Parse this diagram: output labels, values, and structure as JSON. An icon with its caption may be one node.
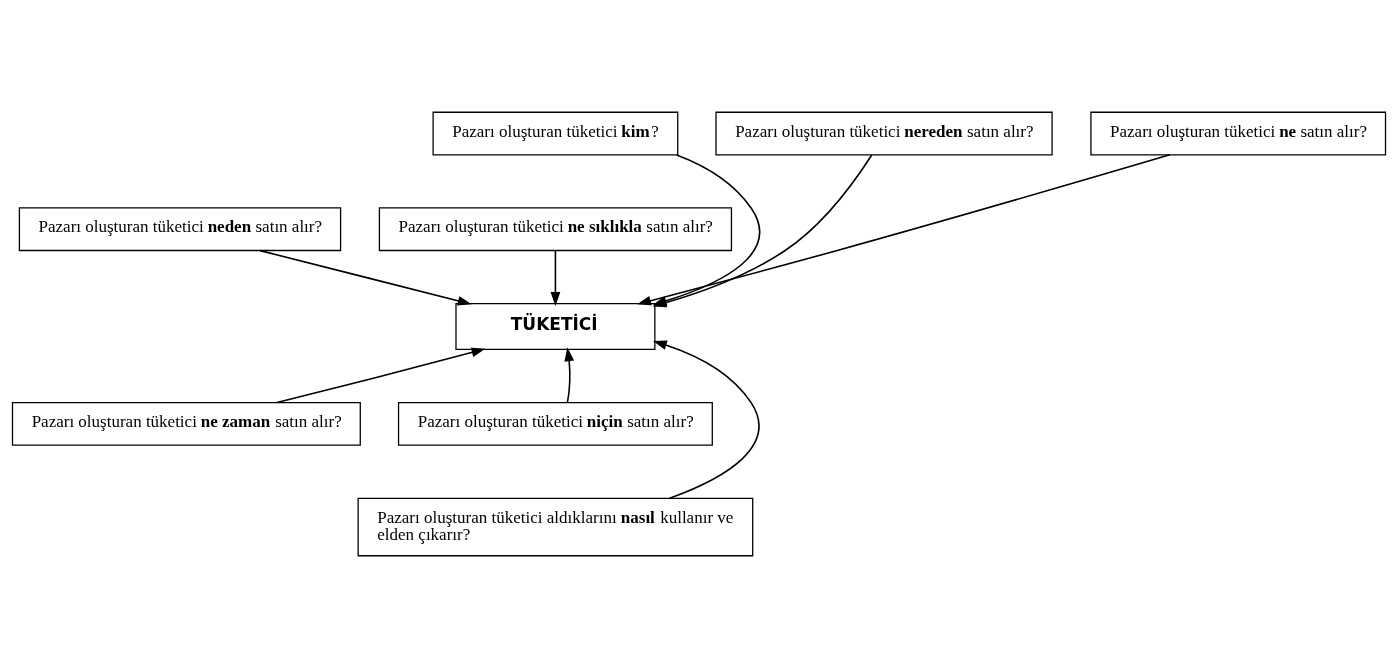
{
  "diagram": {
    "nodes": [
      {
        "text": [
          "Pazarı oluşturan tüketici **kim**?"
        ]
      },
      {
        "text": [
          "Pazarı oluşturan tüketici **neden** satın alır?"
        ]
      },
      {
        "text": [
          "Pazarı oluşturan tüketici **ne sıklıkla** satın alır?"
        ]
      },
      {
        "text": [
          "Pazarı oluşturan tüketici **nereden** satın alır?"
        ]
      },
      {
        "text": [
          "Pazarı oluşturan tüketici **ne** satın alır?"
        ]
      },
      {
        "text": [
          "TÜKETİCİ"
        ]
      },
      {
        "text": [
          "Pazarı oluşturan tüketici **ne zaman** satın alır?"
        ]
      },
      {
        "text": [
          "Pazarı oluşturan tüketici **niçin** satın alır?"
        ]
      },
      {
        "text": [
          "Pazarı oluşturan tüketici aldıklarını **nasıl** kullanır ve elden çıkarır?"
        ]
      }
    ],
    "edges": [
      {
        "from": 0,
        "to": 5,
        "arrow": "to"
      },
      {
        "from": 1,
        "to": 5,
        "arrow": "to"
      },
      {
        "from": 2,
        "to": 5,
        "arrow": "to"
      },
      {
        "from": 3,
        "to": 5,
        "arrow": "to"
      },
      {
        "from": 4,
        "to": 5,
        "arrow": "to"
      },
      {
        "from": 6,
        "to": 5,
        "arrow": "to"
      },
      {
        "from": 7,
        "to": 5,
        "arrow": "to"
      },
      {
        "from": 8,
        "to": 5,
        "arrow": "to"
      }
    ]
  }
}
